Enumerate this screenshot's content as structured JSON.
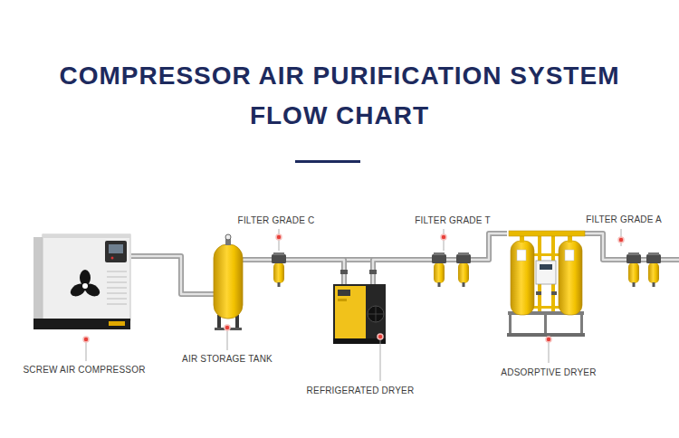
{
  "diagram": {
    "title": "COMPRESSOR AIR PURIFICATION SYSTEM FLOW CHART",
    "nodes": [
      {
        "text": [
          "SCREW AIR COMPRESSOR"
        ]
      },
      {
        "text": [
          "AIR STORAGE TANK"
        ]
      },
      {
        "text": [
          "FILTER GRADE C"
        ]
      },
      {
        "text": [
          "REFRIGERATED DRYER"
        ]
      },
      {
        "text": [
          "FILTER GRADE T"
        ]
      },
      {
        "text": [
          "ADSORPTIVE DRYER"
        ]
      },
      {
        "text": [
          "FILTER GRADE A"
        ]
      }
    ],
    "edges": [
      {
        "from": 0,
        "to": 1,
        "arrow": "none"
      },
      {
        "from": 1,
        "to": 2,
        "arrow": "none"
      },
      {
        "from": 2,
        "to": 3,
        "arrow": "none"
      },
      {
        "from": 3,
        "to": 4,
        "arrow": "none"
      },
      {
        "from": 4,
        "to": 5,
        "arrow": "none"
      },
      {
        "from": 5,
        "to": 6,
        "arrow": "none"
      }
    ]
  }
}
